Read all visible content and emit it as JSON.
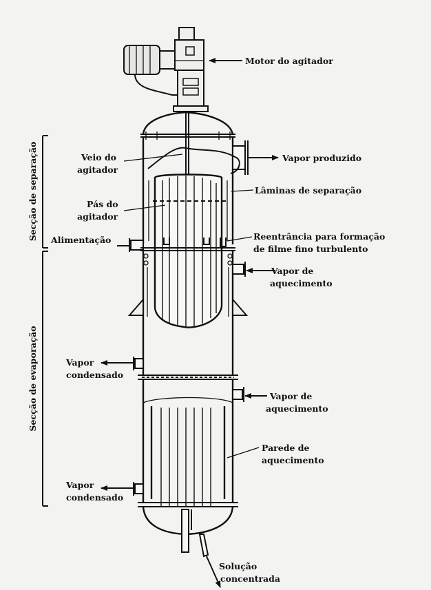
{
  "labels": {
    "motor": "Motor do agitador",
    "vapor_produzido": "Vapor produzido",
    "veio_l1": "Veio do",
    "veio_l2": "agitador",
    "laminas": "Lâminas de separação",
    "pas_l1": "Pás do",
    "pas_l2": "agitador",
    "reentrancia_l1": "Reentrância para formação",
    "reentrancia_l2": "de filme fino turbulento",
    "alimentacao": "Alimentação",
    "vapor_aq1_l1": "Vapor de",
    "vapor_aq1_l2": "aquecimento",
    "vapor_cond1_l1": "Vapor",
    "vapor_cond1_l2": "condensado",
    "vapor_aq2_l1": "Vapor de",
    "vapor_aq2_l2": "aquecimento",
    "parede_l1": "Parede de",
    "parede_l2": "aquecimento",
    "vapor_cond2_l1": "Vapor",
    "vapor_cond2_l2": "condensado",
    "solucao_l1": "Solução",
    "solucao_l2": "concentrada"
  },
  "sections": {
    "separacao": "Secção de separação",
    "evaporacao": "Secção de evaporação"
  }
}
